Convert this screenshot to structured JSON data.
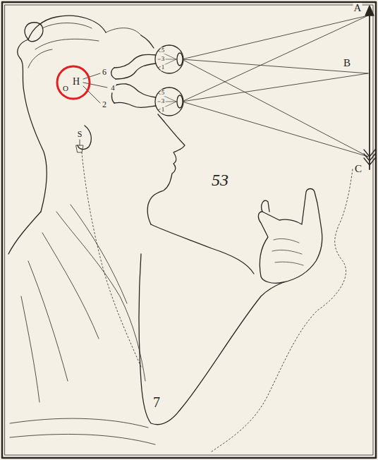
{
  "diagram": {
    "labels": [
      "A",
      "B",
      "C",
      "6",
      "4",
      "2",
      "H",
      "O",
      "S",
      "5",
      "3",
      "1",
      "5",
      "3",
      "1",
      "53",
      "7"
    ]
  }
}
